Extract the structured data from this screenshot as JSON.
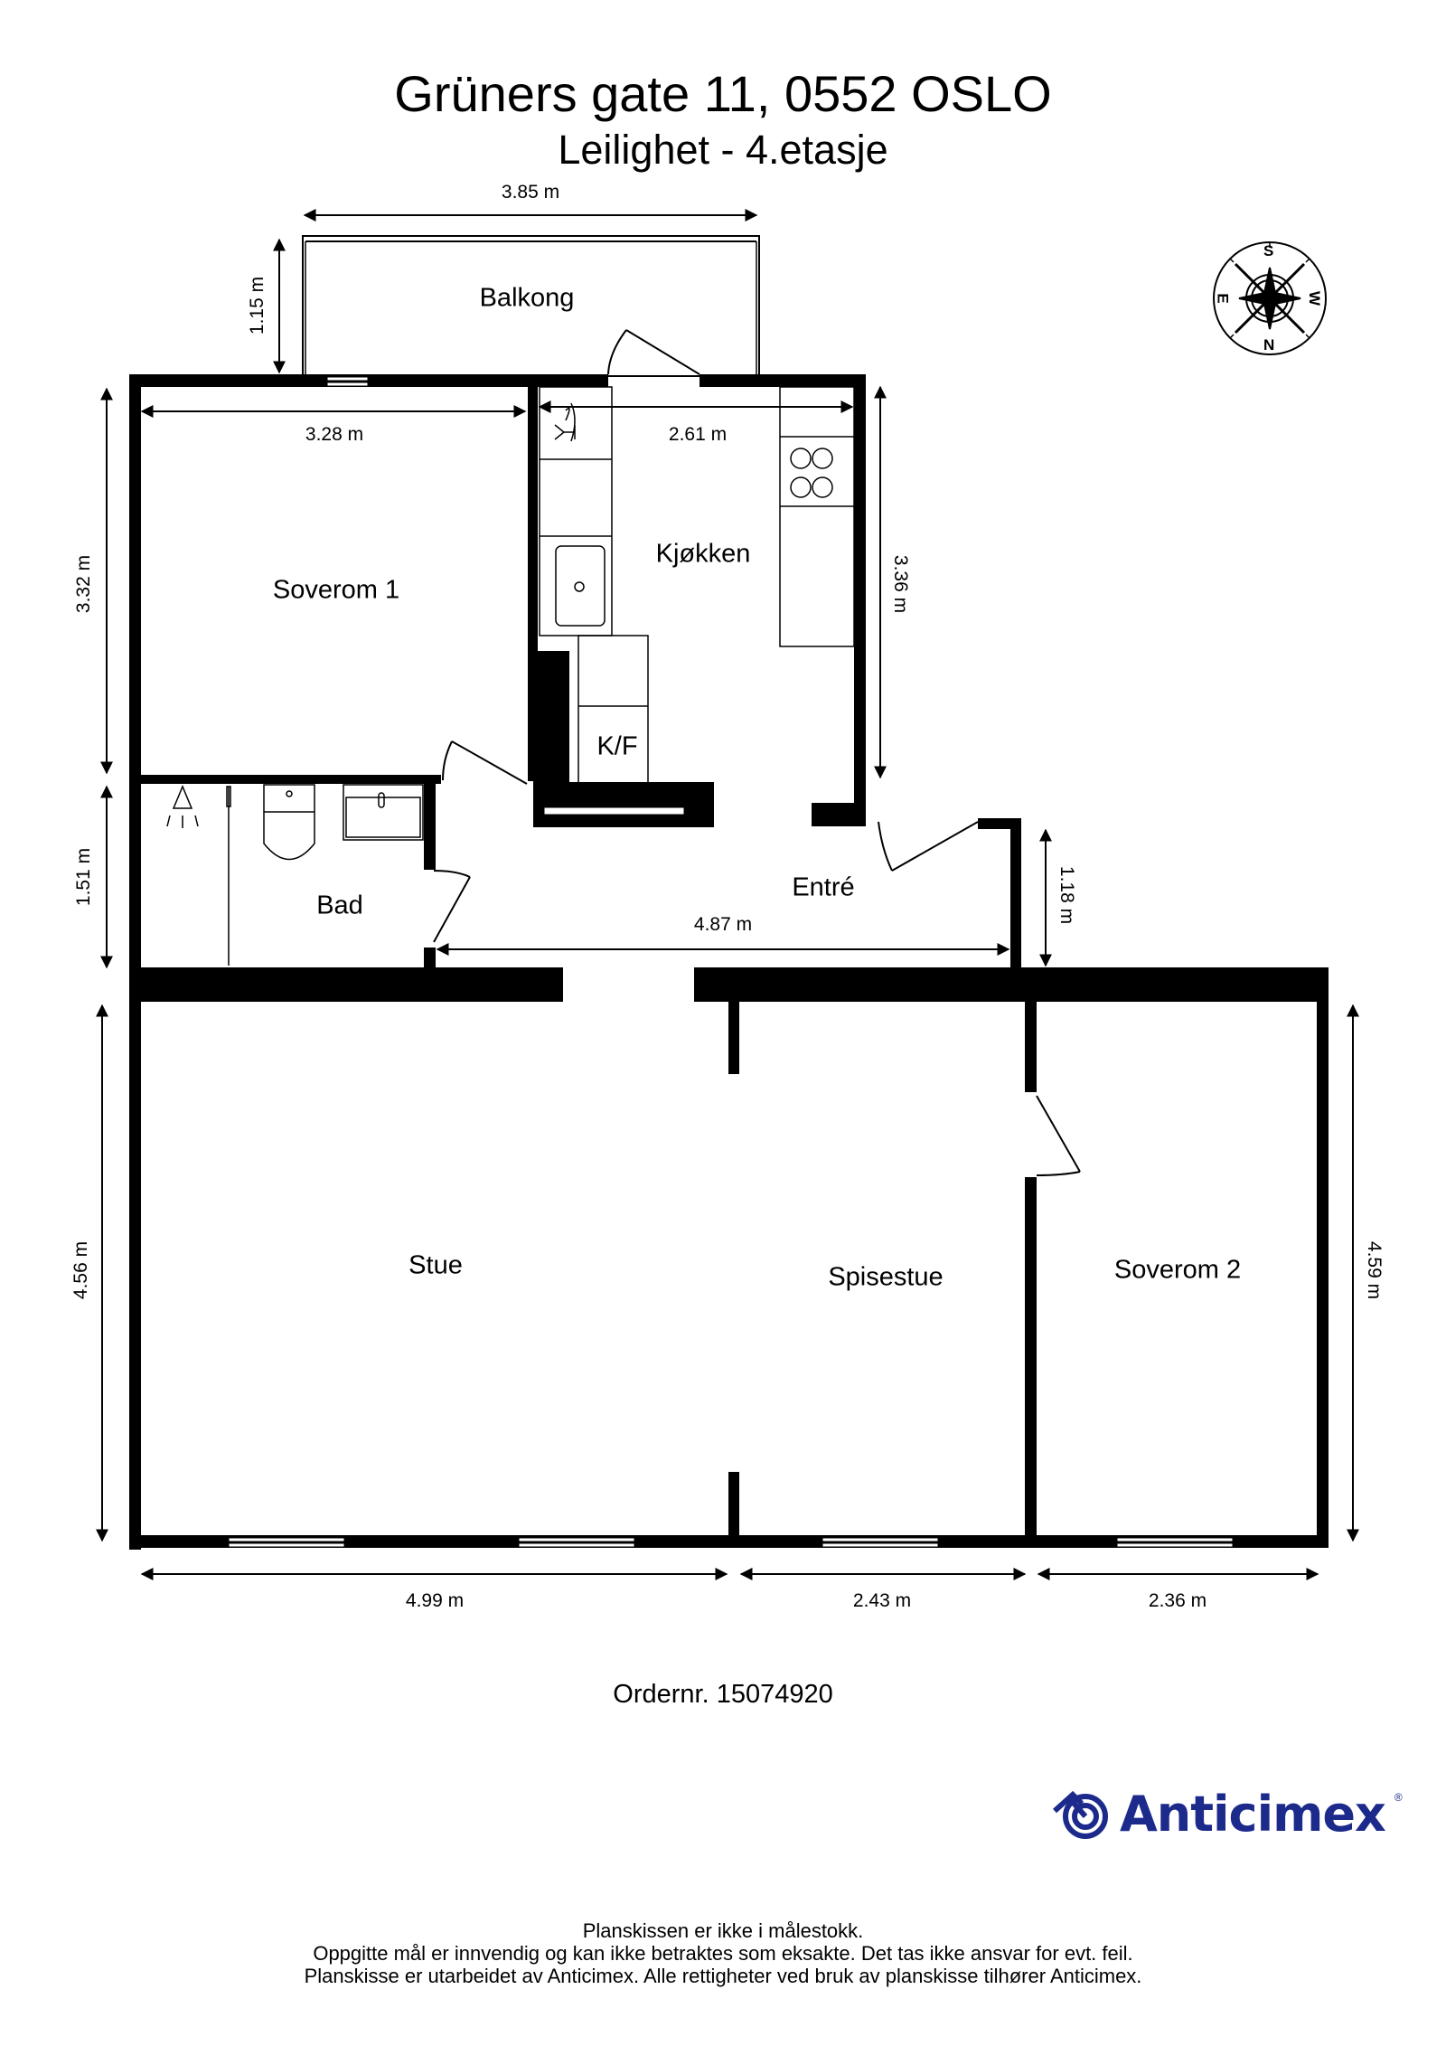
{
  "header": {
    "address": "Grüners gate 11, 0552 OSLO",
    "unit": "Leilighet  - 4.etasje"
  },
  "rooms": {
    "balkong": "Balkong",
    "soverom1": "Soverom 1",
    "kjokken": "Kjøkken",
    "kf": "K/F",
    "bad": "Bad",
    "entre": "Entré",
    "stue": "Stue",
    "spisestue": "Spisestue",
    "soverom2": "Soverom 2"
  },
  "dimensions": {
    "balkong_width": "3.85 m",
    "balkong_depth": "1.15 m",
    "soverom1_width": "3.28 m",
    "soverom1_height": "3.32 m",
    "kjokken_width": "2.61 m",
    "kjokken_height": "3.36 m",
    "bad_height": "1.51 m",
    "entre_width": "4.87 m",
    "entre_height": "1.18 m",
    "stue_height": "4.56 m",
    "soverom2_height": "4.59 m",
    "stue_width": "4.99 m",
    "spisestue_width": "2.43 m",
    "soverom2_width": "2.36 m"
  },
  "compass": {
    "north": "N",
    "south": "S",
    "east": "E",
    "west": "W"
  },
  "order": "Ordernr. 15074920",
  "brand": {
    "name": "Anticimex",
    "registered": "®",
    "color": "#1c2a8c"
  },
  "footer": {
    "line1": "Planskissen er ikke i målestokk.",
    "line2": "Oppgitte mål er innvendig og kan ikke betraktes som eksakte. Det tas ikke ansvar for evt. feil.",
    "line3": "Planskisse er utarbeidet av Anticimex. Alle rettigheter ved bruk av planskisse tilhører Anticimex."
  }
}
